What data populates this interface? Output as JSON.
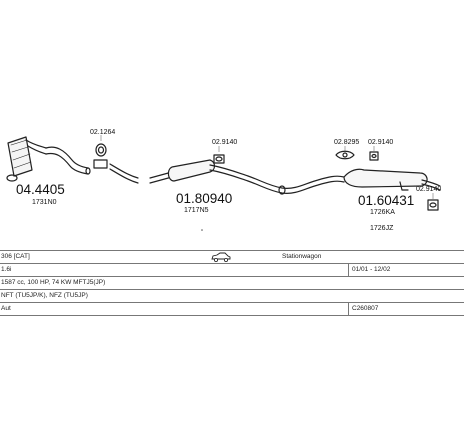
{
  "parts": [
    {
      "number": "04.4405",
      "ref": "1731N0"
    },
    {
      "number": "02.1264"
    },
    {
      "number": "02.9140"
    },
    {
      "number": "01.80940",
      "ref": "1717N5"
    },
    {
      "number": "02.8295"
    },
    {
      "number": "02.9140"
    },
    {
      "number": "01.60431",
      "ref": "1726KA",
      "ref2": "1726JZ"
    },
    {
      "number": "02.9140"
    }
  ],
  "table": {
    "r1": {
      "model": "306 [CAT]",
      "body": "Stationwagon"
    },
    "r2": {
      "engine": "1.6i",
      "period": "01/01 - 12/02"
    },
    "r3": {
      "spec": "1587 cc, 100 HP, 74 KW MFTJ5(JP)"
    },
    "r4": {
      "code": "NFT (TU5JP/K), NFZ (TU5JP)"
    },
    "r5": {
      "gear": "Aut",
      "catalog": "C260807"
    }
  },
  "icons": {
    "car": "car-side-icon"
  }
}
